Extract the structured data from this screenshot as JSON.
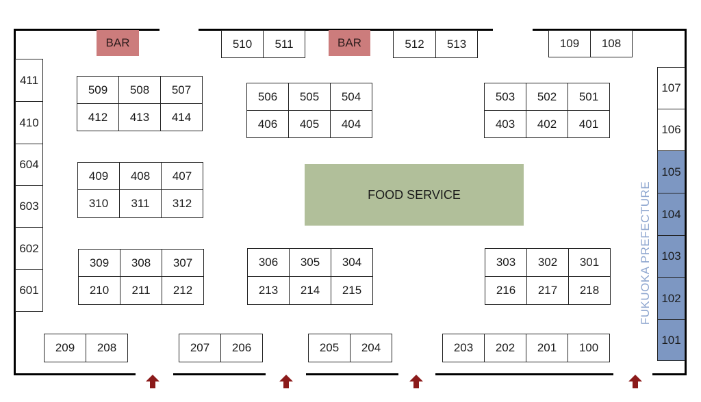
{
  "labels": {
    "bar_left": "BAR",
    "bar_right": "BAR",
    "food_service": "FOOD SERVICE",
    "prefecture": "FUKUOKA PREFECTURE"
  },
  "colors": {
    "bar": "#cc7c7c",
    "food_service": "#b1bf9a",
    "prefecture_booth": "#7d97c2",
    "prefecture_text": "#8ea6cf",
    "arrow": "#8b1a1a"
  },
  "booths": {
    "top_wall": [
      "510",
      "511",
      "512",
      "513",
      "109",
      "108"
    ],
    "left_wall": [
      "411",
      "410",
      "604",
      "603",
      "602",
      "601"
    ],
    "right_wall": [
      "107",
      "106"
    ],
    "prefecture": [
      "105",
      "104",
      "103",
      "102",
      "101"
    ],
    "block_a": [
      "509",
      "508",
      "507",
      "412",
      "413",
      "414"
    ],
    "block_b": [
      "506",
      "505",
      "504",
      "406",
      "405",
      "404"
    ],
    "block_c": [
      "503",
      "502",
      "501",
      "403",
      "402",
      "401"
    ],
    "block_d": [
      "409",
      "408",
      "407",
      "310",
      "311",
      "312"
    ],
    "block_e": [
      "309",
      "308",
      "307",
      "210",
      "211",
      "212"
    ],
    "block_f": [
      "306",
      "305",
      "304",
      "213",
      "214",
      "215"
    ],
    "block_g": [
      "303",
      "302",
      "301",
      "216",
      "217",
      "218"
    ],
    "bottom": [
      "209",
      "208",
      "207",
      "206",
      "205",
      "204",
      "203",
      "202",
      "201",
      "100"
    ]
  },
  "entrances": [
    "entrance-arrow-icon",
    "entrance-arrow-icon",
    "entrance-arrow-icon",
    "entrance-arrow-icon"
  ]
}
